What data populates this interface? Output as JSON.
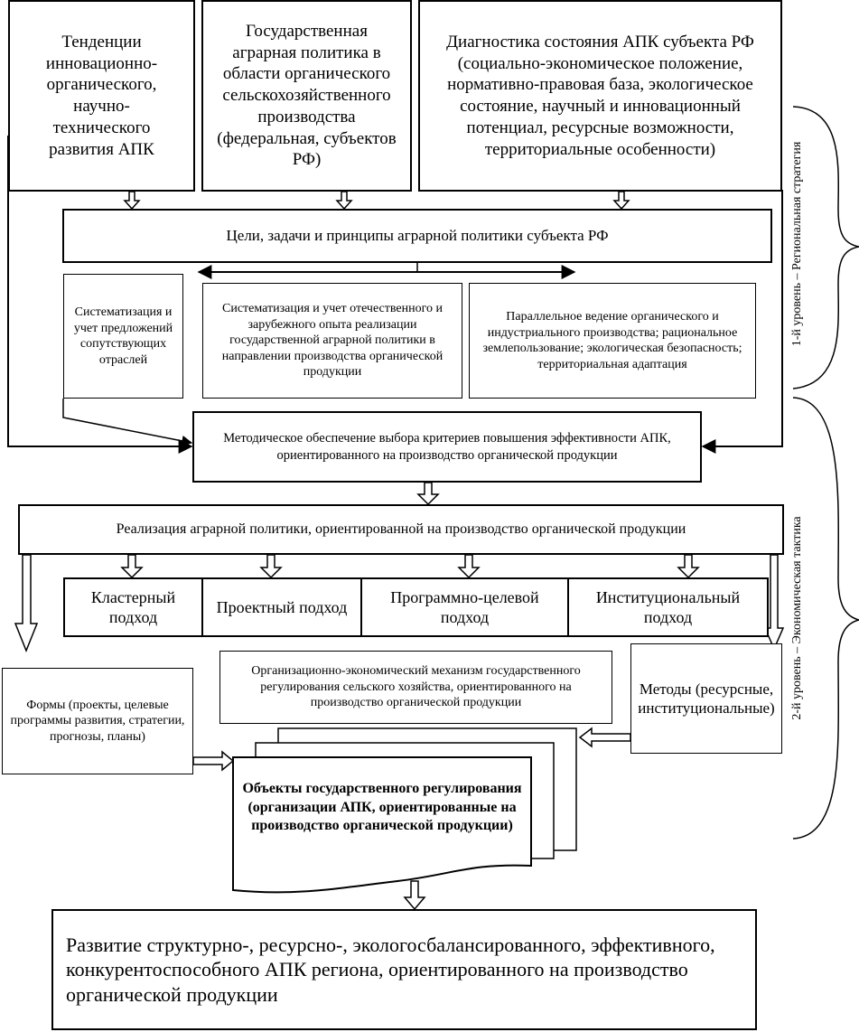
{
  "boxes": {
    "trends": "Тенденции инновационно-органического, научно-технического развития АПК",
    "policy": "Государственная аграрная политика в области органического сельскохозяйственного производства (федеральная, субъектов РФ)",
    "diagnostics": "Диагностика состояния АПК субъекта РФ (социально-экономическое положение, нормативно-правовая база, экологическое состояние, научный и инновационный потенциал, ресурсные возможности, территориальные особенности)",
    "goals": "Цели, задачи и принципы аграрной политики субъекта РФ",
    "systematization": "Систематизация и учет предложений сопутствующих отраслей",
    "experience": "Систематизация и учет отечественного и зарубежного опыта реализации государственной аграрной политики в направлении производства органической продукции",
    "parallel": "Параллельное ведение органического и индустриального производства; рациональное землепользование; экологическая безопасность; территориальная адаптация",
    "methodical": "Методическое обеспечение выбора критериев повышения эффективности АПК, ориентированного на производство органической продукции",
    "implementation": "Реализация аграрной политики, ориентированной на производство органической продукции",
    "approaches": [
      "Кластерный подход",
      "Проектный подход",
      "Программно-целевой подход",
      "Институциональный подход"
    ],
    "forms": "Формы (проекты, целевые программы развития, стратегии, прогнозы, планы)",
    "mechanism": "Организационно-экономический механизм государственного регулирования сельского хозяйства, ориентированного на производство органической продукции",
    "methods": "Методы (ресурсные, институциональные)",
    "objects": "Объекты государственного регулирования (организации АПК, ориентированные на производство органической продукции)",
    "development": "Развитие структурно-, ресурсно-, экологосбалансированного, эффективного, конкурентоспособного АПК региона, ориентированного на производство органической продукции"
  },
  "levels": {
    "level1": "1-й уровень – Региональная стратегия",
    "level2": "2-й уровень – Экономическая тактика"
  }
}
